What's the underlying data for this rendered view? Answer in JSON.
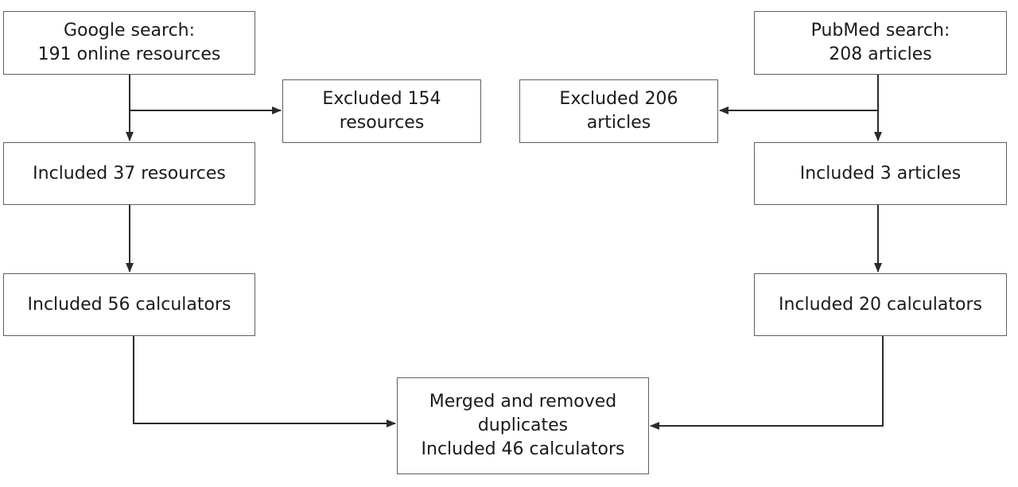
{
  "boxes": {
    "google": {
      "lines": [
        "Google search:",
        "191 online resources"
      ]
    },
    "google_excluded": {
      "lines": [
        "Excluded 154",
        "resources"
      ]
    },
    "google_included": {
      "lines": [
        "Included 37 resources"
      ]
    },
    "google_calculators": {
      "lines": [
        "Included 56 calculators"
      ]
    },
    "pubmed": {
      "lines": [
        "PubMed search:",
        "208 articles"
      ]
    },
    "pubmed_excluded": {
      "lines": [
        "Excluded 206",
        "articles"
      ]
    },
    "pubmed_included": {
      "lines": [
        "Included 3 articles"
      ]
    },
    "pubmed_calculators": {
      "lines": [
        "Included 20 calculators"
      ]
    },
    "merged": {
      "lines": [
        "Merged and removed",
        "duplicates",
        "Included 46 calculators"
      ]
    }
  },
  "colors": {
    "border": "#5f5f5f",
    "arrow": "#2b2b2b",
    "text": "#1a1a1a"
  }
}
